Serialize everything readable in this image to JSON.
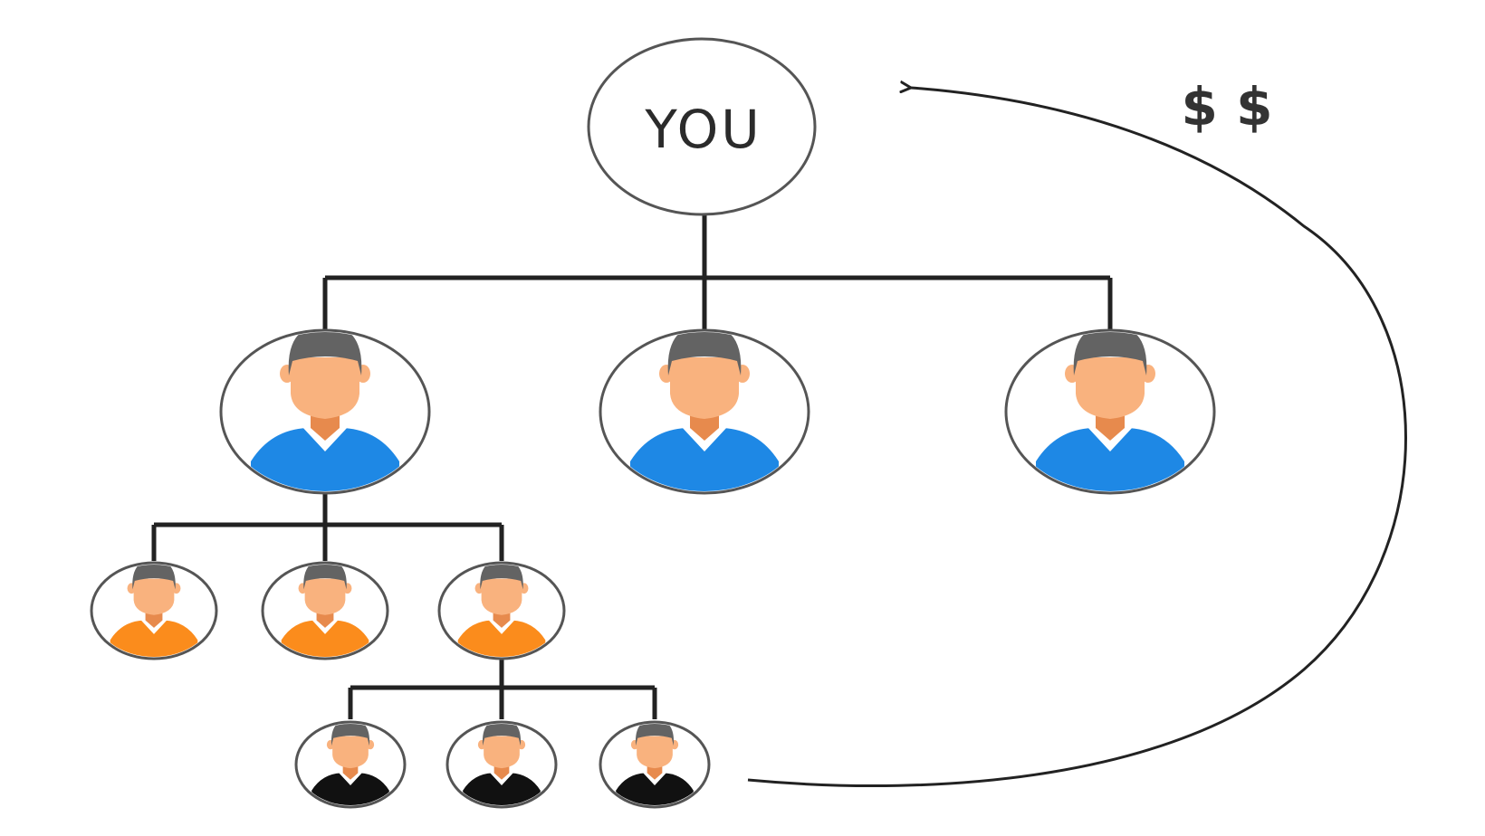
{
  "diagram": {
    "root": {
      "label": "YOU"
    },
    "flow_label": "$ $",
    "colors": {
      "line": "#222222",
      "node_border": "#555555",
      "hair": "#636363",
      "skin": "#F9B27E",
      "skin_shadow": "#E78A4D",
      "collar": "#FFFFFF",
      "level1_shirt": "#1E88E5",
      "level2_shirt": "#FB8C1C",
      "level3_shirt": "#111111"
    },
    "levels": [
      {
        "level": 1,
        "count": 3,
        "shirt": "level1_shirt"
      },
      {
        "level": 2,
        "count": 3,
        "shirt": "level2_shirt"
      },
      {
        "level": 3,
        "count": 3,
        "shirt": "level3_shirt"
      }
    ]
  }
}
